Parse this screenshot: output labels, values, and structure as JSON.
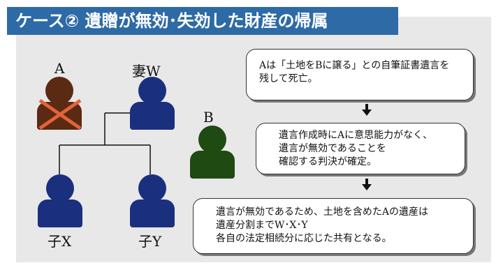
{
  "title": "ケース② 遺贈が無効･失効した財産の帰属",
  "people": {
    "a": {
      "label": "A",
      "color": "#5a2a12",
      "deceased": true
    },
    "w": {
      "label": "妻W",
      "color": "#1b2f7f"
    },
    "b": {
      "label": "B",
      "color": "#1f4a12"
    },
    "x": {
      "label": "子X",
      "color": "#1b2f7f"
    },
    "y": {
      "label": "子Y",
      "color": "#1b2f7f"
    }
  },
  "cross_color": "#e2633a",
  "boxes": [
    {
      "lines": [
        "Aは「土地をBに譲る」との自筆証書遺言を",
        "残して死亡。"
      ]
    },
    {
      "lines": [
        "遺言作成時にAに意思能力がなく、",
        "遺言が無効であることを",
        "確認する判決が確定。"
      ]
    },
    {
      "lines": [
        "遺言が無効であるため、土地を含めたAの遺産は",
        "遺産分割までW･X･Y",
        "各自の法定相続分に応じた共有となる。"
      ]
    }
  ]
}
